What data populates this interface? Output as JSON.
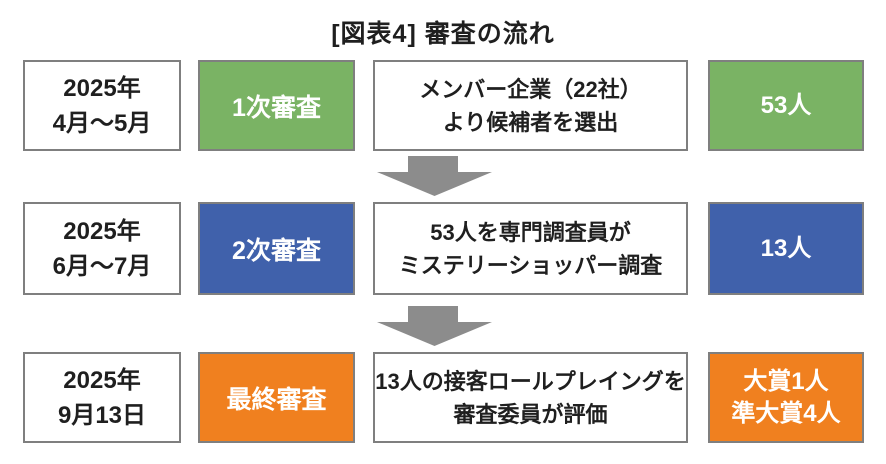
{
  "title": "[図表4] 審査の流れ",
  "colors": {
    "stage1": "#7ab364",
    "stage2": "#4061ab",
    "stage3": "#f0801f",
    "arrow": "#8c8c8c",
    "border": "#7f7f7f"
  },
  "rows": [
    {
      "date": "2025年\n4月～5月",
      "stage": "1次審査",
      "description": "メンバー企業（22社）\nより候補者を選出",
      "result": "53人",
      "accent": "#7ab364"
    },
    {
      "date": "2025年\n6月～7月",
      "stage": "2次審査",
      "description": "53人を専門調査員が\nミステリーショッパー調査",
      "result": "13人",
      "accent": "#4061ab"
    },
    {
      "date": "2025年\n9月13日",
      "stage": "最終審査",
      "description": "13人の接客ロールプレイングを\n審査委員が評価",
      "result": "大賞1人\n準大賞4人",
      "accent": "#f0801f"
    }
  ]
}
